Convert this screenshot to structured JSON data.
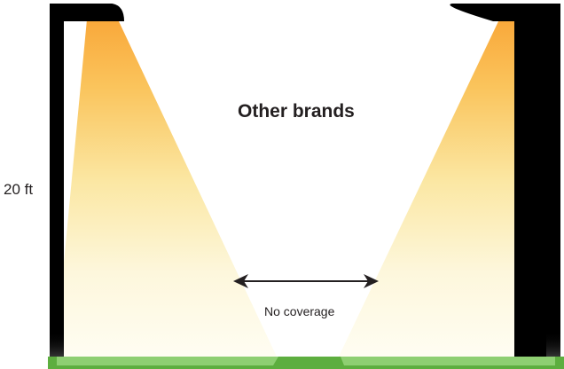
{
  "diagram": {
    "title": "Other brands",
    "height_label": "20 ft",
    "gap_label": "No coverage",
    "icons": {
      "left_pole": "light-pole-icon",
      "right_pole": "light-pole-icon",
      "arrow": "double-arrow-icon"
    },
    "colors": {
      "pole": "#000000",
      "light_top": "#f9a83a",
      "light_mid": "#fbe7a3",
      "light_bottom": "#fffdf2",
      "ground": "#5dae3f",
      "ground_lit": "#8ecf72",
      "text": "#231f20"
    }
  }
}
